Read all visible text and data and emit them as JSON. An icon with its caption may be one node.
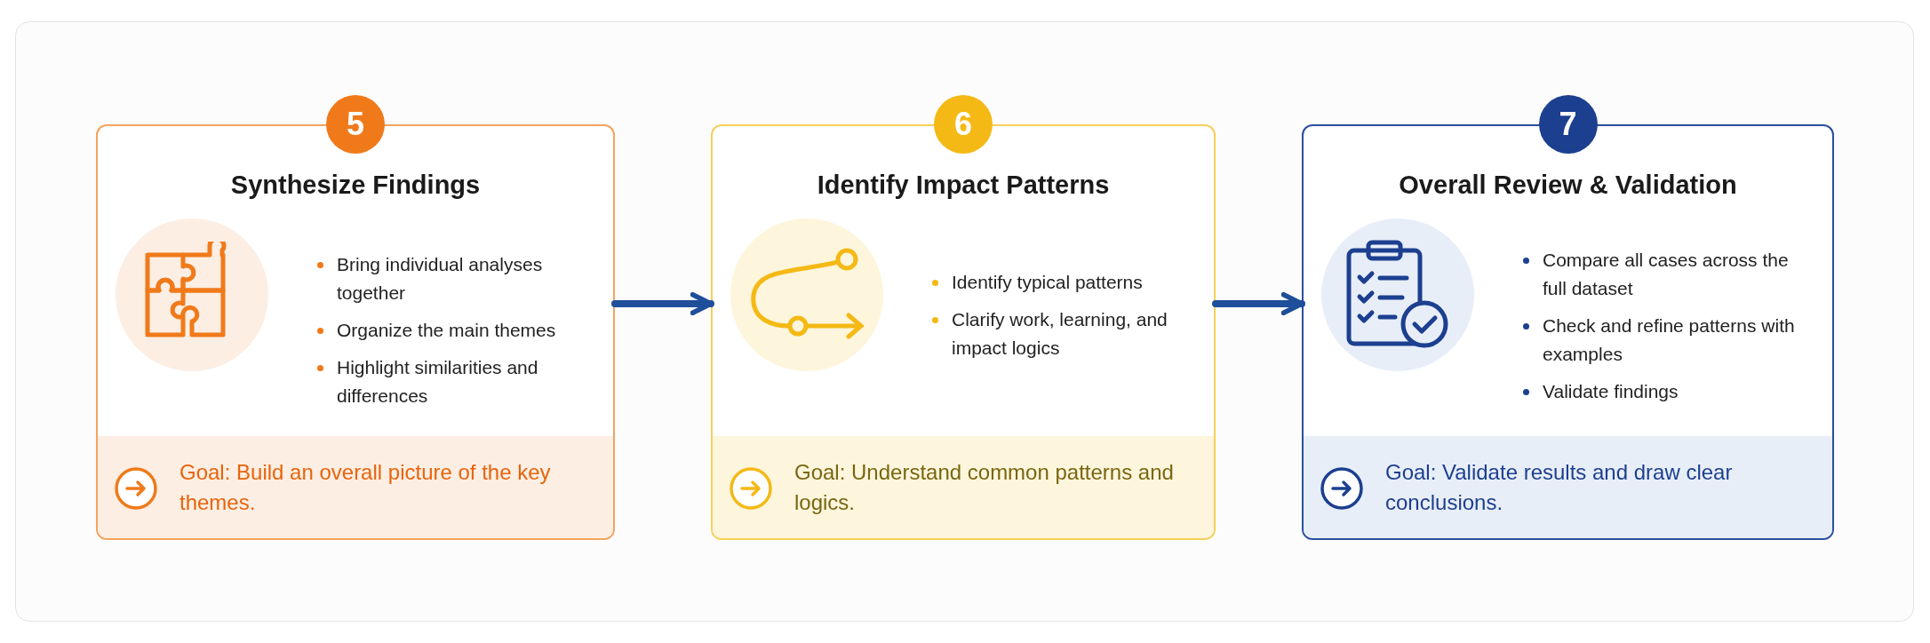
{
  "diagram": {
    "nodes": [
      {
        "text": [
          "5"
        ]
      },
      {
        "text": [
          "Synthesize Findings",
          "Bring individual analyses together",
          "Organize the main themes",
          "Highlight similarities and differences"
        ]
      },
      {
        "text": [
          "Goal: Build an overall picture of the key themes."
        ],
        "in": 1
      },
      {
        "text": [
          "6"
        ]
      },
      {
        "text": [
          "Identify Impact Patterns",
          "Identify typical patterns",
          "Clarify work, learning, and impact logics"
        ]
      },
      {
        "text": [
          "Goal: Understand common patterns and logics."
        ],
        "in": 4
      },
      {
        "text": [
          "7"
        ]
      },
      {
        "text": [
          "Overall Review & Validation",
          "Compare all cases across the full dataset",
          "Check and refine patterns with examples",
          "Validate findings"
        ]
      },
      {
        "text": [
          "Goal: Validate results and draw clear conclusions."
        ],
        "in": 7
      }
    ],
    "edges": [
      {
        "from": 1,
        "to": 4,
        "arrow": "to"
      },
      {
        "from": 4,
        "to": 7,
        "arrow": "to"
      }
    ]
  }
}
